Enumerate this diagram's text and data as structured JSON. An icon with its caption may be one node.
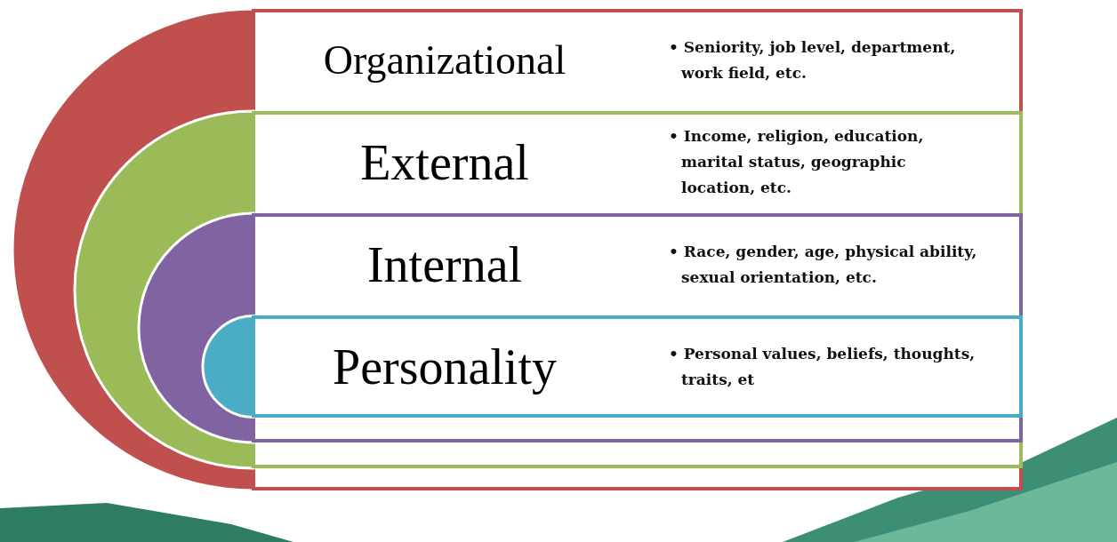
{
  "diagram": {
    "nodes": [
      {
        "text": [
          "Organizational",
          "• Seniority, job level, department, work field, etc."
        ]
      },
      {
        "text": [
          "External",
          "• Income, religion, education, marital status, geographic location, etc."
        ],
        "in": 0
      },
      {
        "text": [
          "Internal",
          "• Race, gender, age, physical ability, sexual orientation, etc."
        ],
        "in": 1
      },
      {
        "text": [
          "Personality",
          "• Personal values, beliefs, thoughts, traits, et"
        ],
        "in": 2
      }
    ]
  }
}
